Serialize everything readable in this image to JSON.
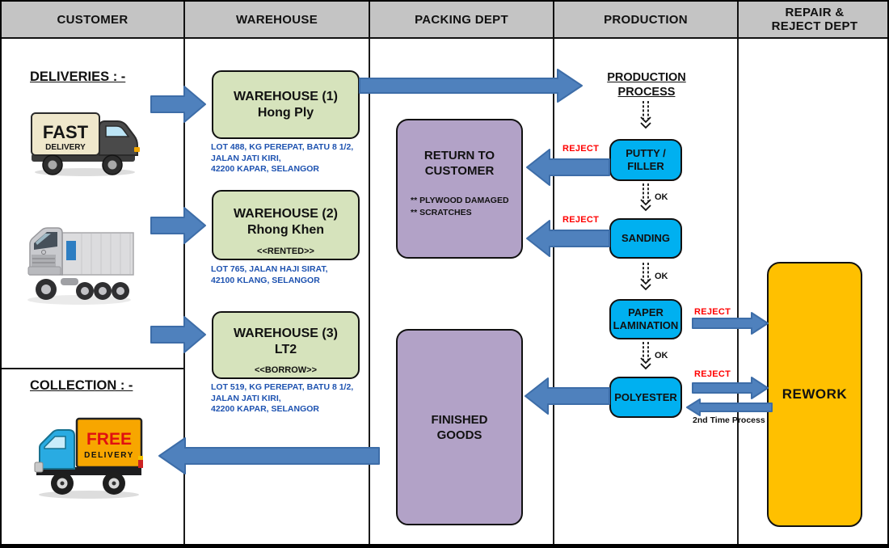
{
  "lanes": [
    {
      "label": "CUSTOMER"
    },
    {
      "label": "WAREHOUSE"
    },
    {
      "label": "PACKING DEPT"
    },
    {
      "label": "PRODUCTION"
    },
    {
      "label": "REPAIR & REJECT DEPT"
    }
  ],
  "customer": {
    "deliveries_heading": "DELIVERIES : -",
    "collection_heading": "COLLECTION : -",
    "fast_truck": {
      "line1": "FAST",
      "line2": "DELIVERY"
    },
    "free_truck": {
      "line1": "FREE",
      "line2": "DELIVERY"
    }
  },
  "warehouses": [
    {
      "title": "WAREHOUSE (1)",
      "name": "Hong Ply",
      "tag": "",
      "address": [
        "LOT 488, KG PEREPAT, BATU 8 1/2,",
        "JALAN JATI KIRI,",
        "42200 KAPAR, SELANGOR"
      ]
    },
    {
      "title": "WAREHOUSE (2)",
      "name": "Rhong Khen",
      "tag": "<<RENTED>>",
      "address": [
        "LOT 765, JALAN HAJI SIRAT,",
        "42100 KLANG, SELANGOR",
        ""
      ]
    },
    {
      "title": "WAREHOUSE (3)",
      "name": "LT2",
      "tag": "<<BORROW>>",
      "address": [
        "LOT 519, KG PEREPAT, BATU 8 1/2,",
        "JALAN JATI KIRI,",
        "42200 KAPAR, SELANGOR"
      ]
    }
  ],
  "packing": {
    "return_box": {
      "title": "RETURN TO CUSTOMER",
      "notes": [
        "** PLYWOOD DAMAGED",
        "** SCRATCHES"
      ]
    },
    "finished_box": {
      "title": "FINISHED GOODS"
    }
  },
  "production": {
    "heading_line1": "PRODUCTION",
    "heading_line2": "PROCESS",
    "steps": [
      "PUTTY / FILLER",
      "SANDING",
      "PAPER LAMINATION",
      "POLYESTER"
    ],
    "ok_label": "OK",
    "reject_label": "REJECT",
    "second_time_label": "2nd Time Process"
  },
  "repair": {
    "rework_label": "REWORK"
  },
  "colors": {
    "header_bg": "#C4C4C4",
    "warehouse_box": "#D6E3BC",
    "packing_box": "#B2A2C7",
    "production_box": "#00B0F0",
    "rework_box": "#FFC000",
    "arrow_fill": "#4F81BD",
    "arrow_stroke": "#3D6DA8",
    "reject_text": "#FF0000",
    "address_text": "#1D52B0"
  }
}
